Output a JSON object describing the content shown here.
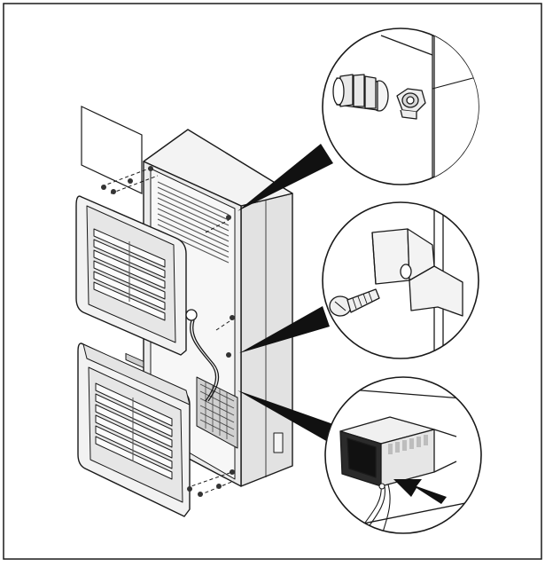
{
  "figure": {
    "kind": "technical-assembly-illustration",
    "colors": {
      "background": "#ffffff",
      "line": "#1a1a1a",
      "panel_light": "#f2f2f2",
      "panel_mid": "#dedede",
      "panel_dark": "#b9b9b9",
      "grille": "#9a9a9a",
      "connector": "#2b2b2b"
    },
    "callouts": [
      {
        "id": "callout-cable-gland",
        "depicts": "cable-gland-and-nut"
      },
      {
        "id": "callout-mounting-bracket",
        "depicts": "bracket-with-screw"
      },
      {
        "id": "callout-connector",
        "depicts": "plug-connector-insertion"
      }
    ],
    "icons": [
      "arrow-icon",
      "screw-icon",
      "nut-icon"
    ]
  }
}
